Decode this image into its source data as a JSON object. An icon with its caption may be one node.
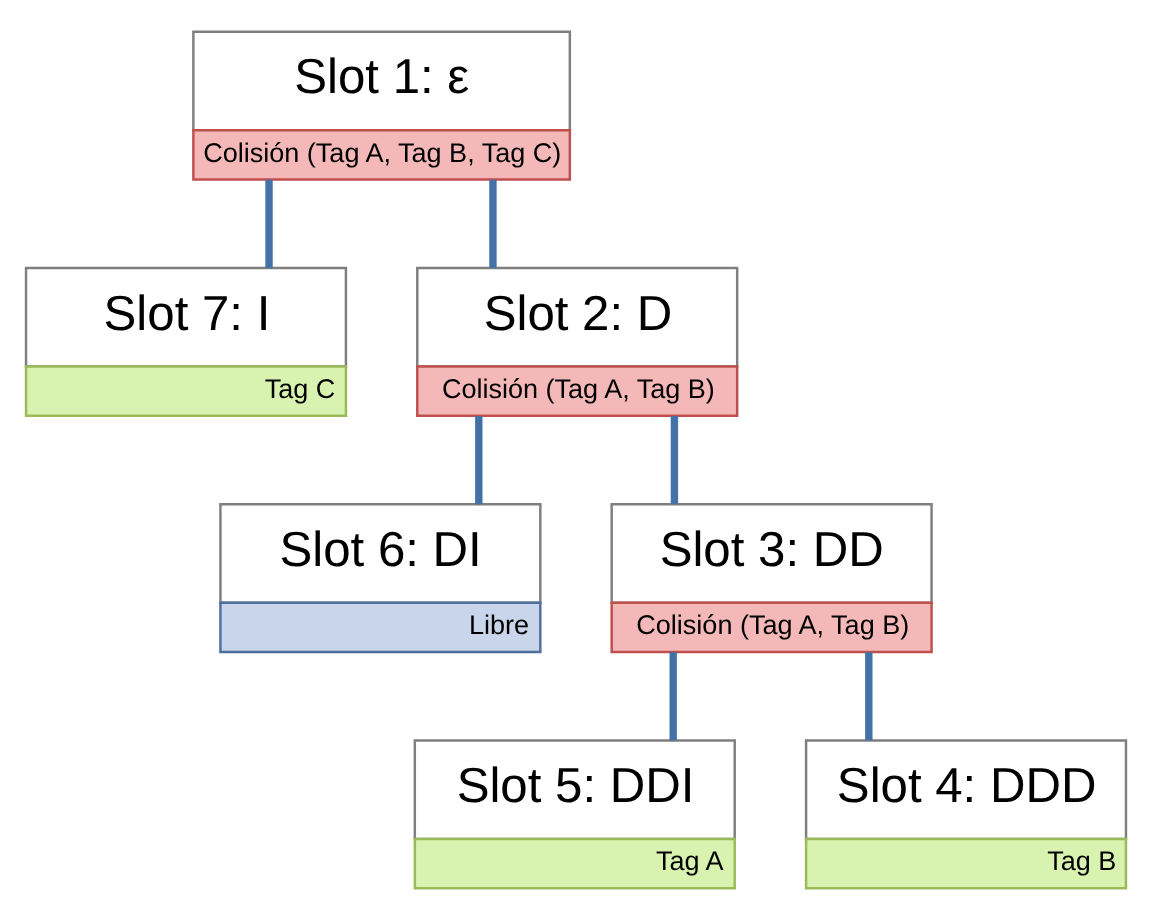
{
  "diagram": {
    "nodes": [
      {
        "text": [
          "Slot 1: ε",
          "Colisión (Tag A, Tag B, Tag C)"
        ]
      },
      {
        "text": [
          "Slot 7: I",
          "Tag C"
        ]
      },
      {
        "text": [
          "Slot 2: D",
          "Colisión (Tag A, Tag B)"
        ]
      },
      {
        "text": [
          "Slot 6: DI",
          "Libre"
        ]
      },
      {
        "text": [
          "Slot 3: DD",
          "Colisión (Tag A, Tag B)"
        ]
      },
      {
        "text": [
          "Slot 5: DDI",
          "Tag A"
        ]
      },
      {
        "text": [
          "Slot 4: DDD",
          "Tag B"
        ]
      }
    ],
    "edges": [
      {
        "from": 0,
        "to": 1,
        "arrow": "none"
      },
      {
        "from": 0,
        "to": 2,
        "arrow": "none"
      },
      {
        "from": 2,
        "to": 3,
        "arrow": "none"
      },
      {
        "from": 2,
        "to": 4,
        "arrow": "none"
      },
      {
        "from": 4,
        "to": 5,
        "arrow": "none"
      },
      {
        "from": 4,
        "to": 6,
        "arrow": "none"
      }
    ]
  }
}
